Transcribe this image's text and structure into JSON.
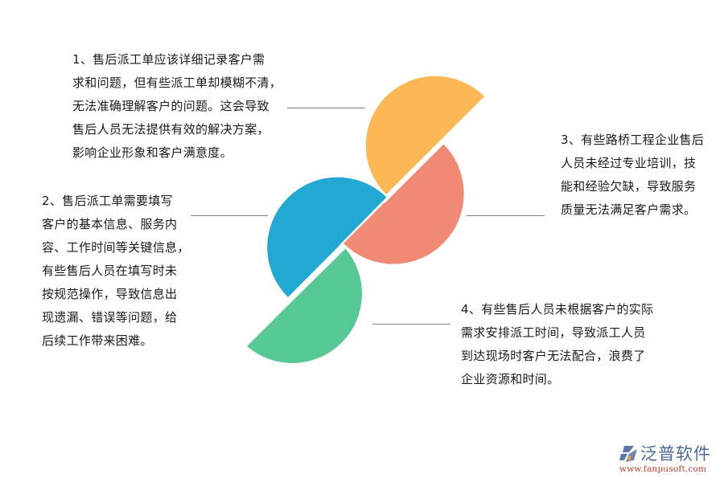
{
  "items": [
    {
      "number": "1",
      "lines": [
        "1、售后派工单应该详细记录客户需",
        "求和问题，但有些派工单却模糊不清，",
        "无法准确理解客户的问题。这会导致",
        "售后人员无法提供有效的解决方案，",
        "影响企业形象和客户满意度。"
      ],
      "color": "#FDB755"
    },
    {
      "number": "2",
      "lines": [
        "2、售后派工单需要填写",
        "客户的基本信息、服务内",
        "容、工作时间等关键信息，",
        "有些售后人员在填写时未",
        "按规范操作，导致信息出",
        "现遗漏、错误等问题，给",
        "后续工作带来困难。"
      ],
      "color": "#22A9D3"
    },
    {
      "number": "3",
      "lines": [
        "3、有些路桥工程企业售后",
        "人员未经过专业培训，技",
        "能和经验欠缺，导致服务",
        "质量无法满足客户需求。"
      ],
      "color": "#F08A74"
    },
    {
      "number": "4",
      "lines": [
        "4、有些售后人员未根据客户的实际",
        "需求安排派工时间，导致派工人员",
        "到达现场时客户无法配合，浪费了",
        "企业资源和时间。"
      ],
      "color": "#57C995"
    }
  ],
  "graphic": {
    "shape": "four-semicircle-pinwheel",
    "colors": {
      "orange": "#FDB755",
      "salmon": "#F08A74",
      "blue": "#22A9D3",
      "green": "#57C995"
    },
    "connector_color": "#808080"
  },
  "logo": {
    "icon": "fanpu-logo-icon",
    "name": "泛普软件",
    "url": "www.fanpusoft.com"
  }
}
